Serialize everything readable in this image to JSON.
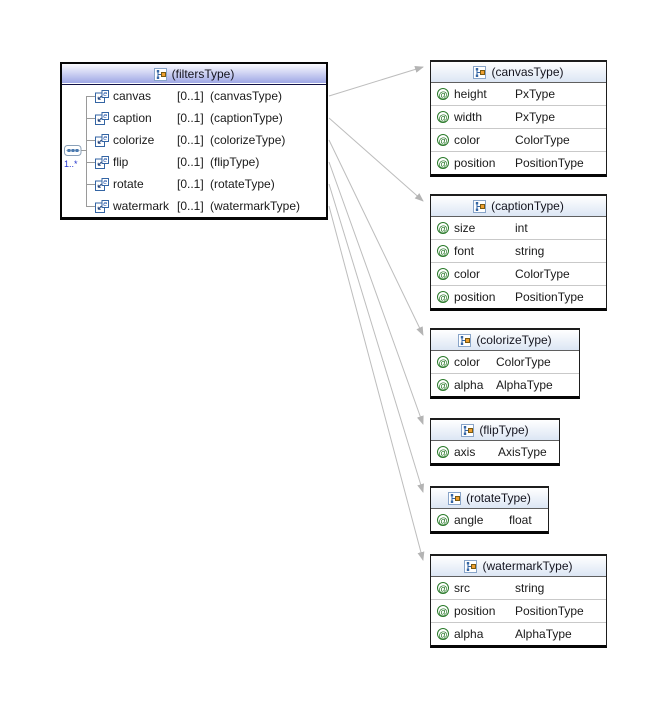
{
  "diagram": {
    "main_box": {
      "title": "(filtersType)",
      "compositor": {
        "icon": "sequence-icon",
        "cardinality": "1..*"
      },
      "rows": [
        {
          "name": "canvas",
          "cardinality": "[0..1]",
          "type": "(canvasType)"
        },
        {
          "name": "caption",
          "cardinality": "[0..1]",
          "type": "(captionType)"
        },
        {
          "name": "colorize",
          "cardinality": "[0..1]",
          "type": "(colorizeType)"
        },
        {
          "name": "flip",
          "cardinality": "[0..1]",
          "type": "(flipType)"
        },
        {
          "name": "rotate",
          "cardinality": "[0..1]",
          "type": "(rotateType)"
        },
        {
          "name": "watermark",
          "cardinality": "[0..1]",
          "type": "(watermarkType)"
        }
      ]
    },
    "type_boxes": [
      {
        "title": "(canvasType)",
        "rows": [
          {
            "name": "height",
            "type": "PxType"
          },
          {
            "name": "width",
            "type": "PxType"
          },
          {
            "name": "color",
            "type": "ColorType"
          },
          {
            "name": "position",
            "type": "PositionType"
          }
        ]
      },
      {
        "title": "(captionType)",
        "rows": [
          {
            "name": "size",
            "type": "int"
          },
          {
            "name": "font",
            "type": "string"
          },
          {
            "name": "color",
            "type": "ColorType"
          },
          {
            "name": "position",
            "type": "PositionType"
          }
        ]
      },
      {
        "title": "(colorizeType)",
        "rows": [
          {
            "name": "color",
            "type": "ColorType"
          },
          {
            "name": "alpha",
            "type": "AlphaType"
          }
        ]
      },
      {
        "title": "(flipType)",
        "rows": [
          {
            "name": "axis",
            "type": "AxisType"
          }
        ]
      },
      {
        "title": "(rotateType)",
        "rows": [
          {
            "name": "angle",
            "type": "float"
          }
        ]
      },
      {
        "title": "(watermarkType)",
        "rows": [
          {
            "name": "src",
            "type": "string"
          },
          {
            "name": "position",
            "type": "PositionType"
          },
          {
            "name": "alpha",
            "type": "AlphaType"
          }
        ]
      }
    ],
    "colors": {
      "main_header_gradient_bottom": "#9aa3e4",
      "type_header_gradient_bottom": "#dce6f4",
      "connector_line": "#bdbdbd",
      "attribute_icon_green": "#2a7a2a",
      "element_icon_blue": "#3465a4",
      "cardinality_blue": "#2233cc"
    }
  },
  "icons": {
    "attribute_glyph": "@",
    "element_glyph": "e"
  }
}
